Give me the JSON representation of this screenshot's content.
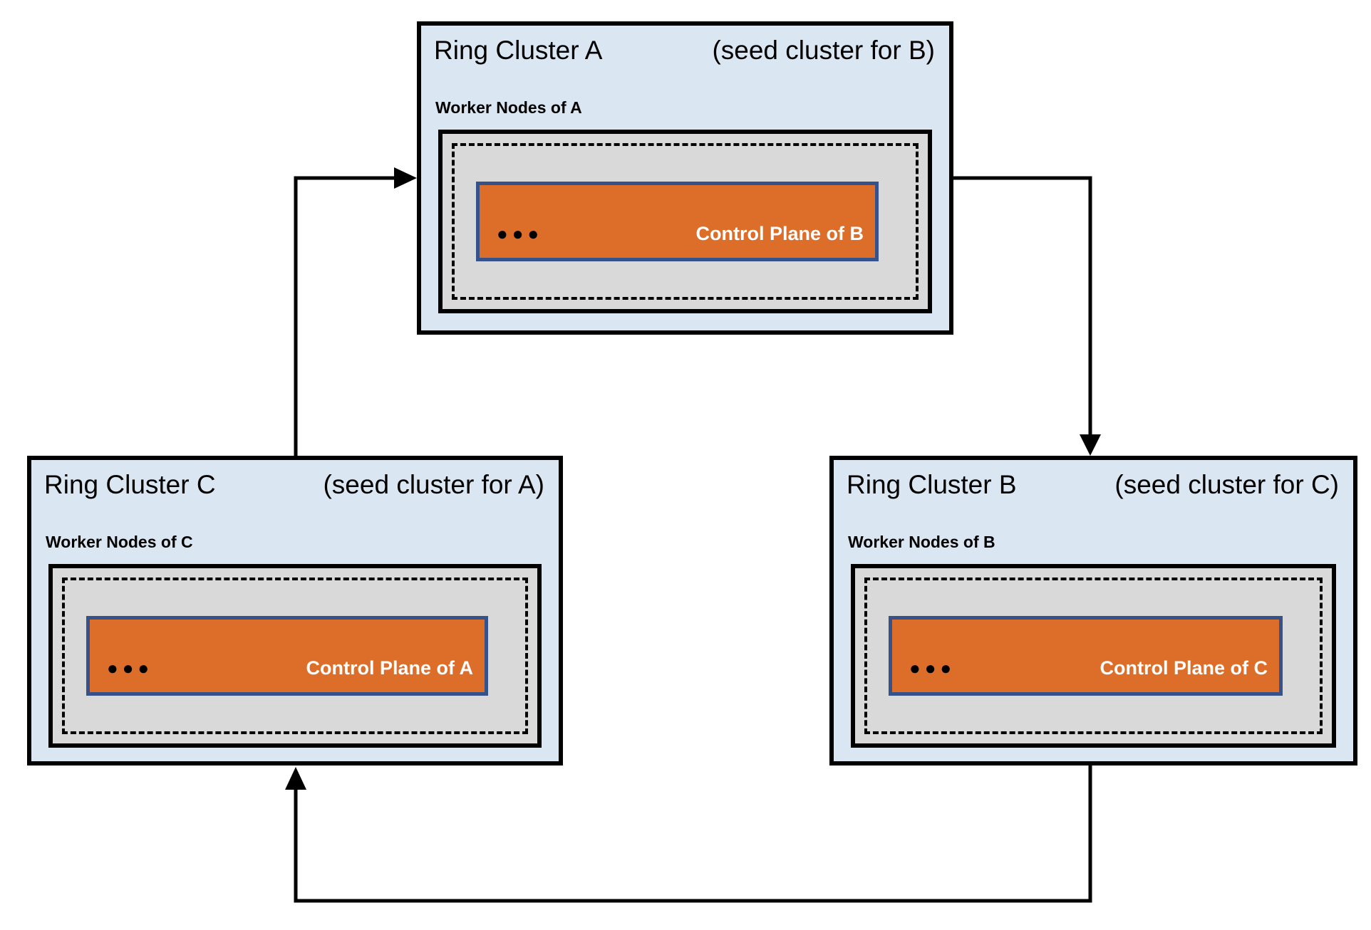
{
  "diagram": {
    "clusters": [
      {
        "id": "A",
        "title": "Ring Cluster A",
        "subtitle": "(seed cluster for B)",
        "worker_label": "Worker Nodes of A",
        "control_plane_label": "Control Plane of B",
        "dots": "●●●"
      },
      {
        "id": "C",
        "title": "Ring Cluster C",
        "subtitle": "(seed cluster for A)",
        "worker_label": "Worker Nodes of C",
        "control_plane_label": "Control Plane of A",
        "dots": "●●●"
      },
      {
        "id": "B",
        "title": "Ring Cluster B",
        "subtitle": "(seed cluster for C)",
        "worker_label": "Worker Nodes of B",
        "control_plane_label": "Control Plane of C",
        "dots": "●●●"
      }
    ],
    "edges": [
      {
        "from": "C",
        "to": "A"
      },
      {
        "from": "A",
        "to": "B"
      },
      {
        "from": "B",
        "to": "C"
      }
    ],
    "colors": {
      "page-bg": "#ffffff",
      "cluster-bg": "#dbe6f3",
      "cluster-border": "#000000",
      "panel-bg": "#d9d9d9",
      "panel-border": "#000000",
      "dashed-border": "#000000",
      "orange": "#dd6e2a",
      "blue-border": "#35538a",
      "edge": "#000000",
      "text": "#000000",
      "cp-text": "#ffffff"
    }
  }
}
